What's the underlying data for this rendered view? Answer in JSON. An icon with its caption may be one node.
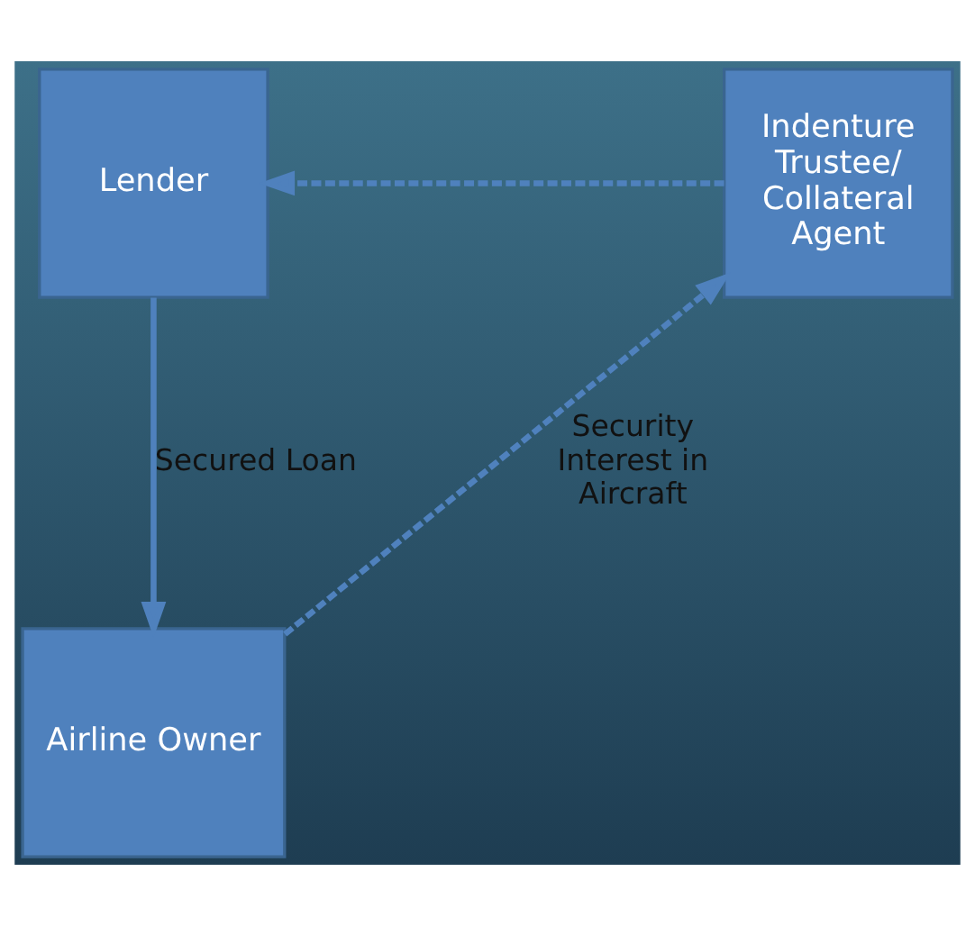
{
  "diagram": {
    "nodes": [
      {
        "text": [
          "Lender"
        ]
      },
      {
        "text": [
          "Indenture Trustee/ Collateral Agent"
        ]
      },
      {
        "text": [
          "Airline Owner"
        ]
      }
    ],
    "edges": [
      {
        "from": 1,
        "to": 0,
        "arrow": "to",
        "style": "dashed"
      },
      {
        "from": 0,
        "to": 2,
        "arrow": "to",
        "label": "Secured Loan"
      },
      {
        "from": 2,
        "to": 1,
        "arrow": "to",
        "style": "dashed",
        "label": "Security Interest in Aircraft"
      }
    ]
  }
}
